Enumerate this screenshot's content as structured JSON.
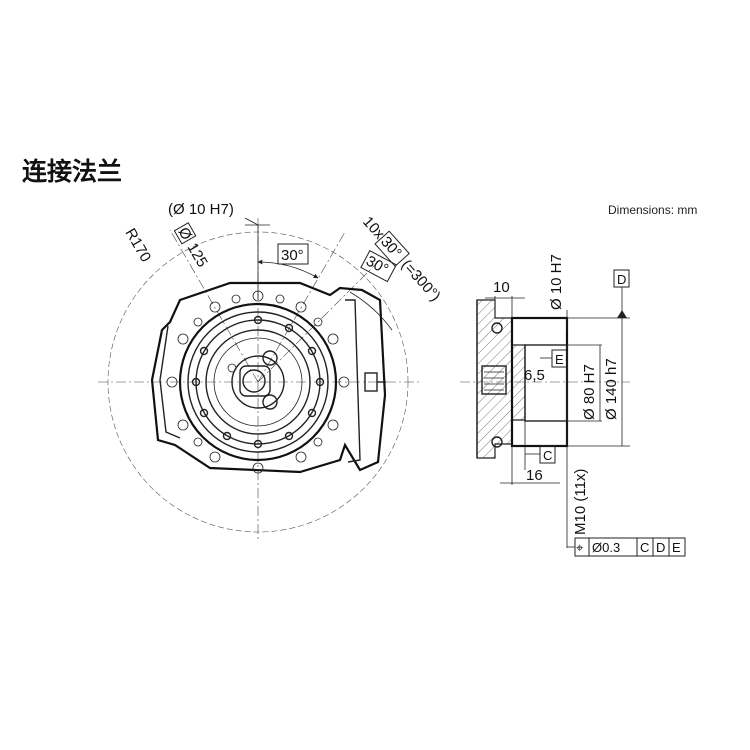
{
  "title": "连接法兰",
  "units_note": "Dimensions: mm",
  "front_view": {
    "radius_label": "R170",
    "pcd_symbol": "Ø",
    "pcd_value": "125",
    "pin_label": "(Ø 10 H7)",
    "angle_a": "30°",
    "angle_b": "30°",
    "pattern_prefix": "10x",
    "pattern_angle": "30°",
    "pattern_total": "(=300°)"
  },
  "side_view": {
    "depth_10": "10",
    "pin_fit": "Ø 10 H7",
    "datum_d": "D",
    "datum_e": "E",
    "datum_c": "C",
    "depth_6_5": "6,5",
    "bore": "Ø 80 H7",
    "spigot": "Ø 140 h7",
    "depth_16": "16",
    "thread": "M10 (11x)",
    "tolerance": {
      "symbol": "⌖",
      "value": "Ø0.3",
      "datums": [
        "C",
        "D",
        "E"
      ]
    }
  }
}
